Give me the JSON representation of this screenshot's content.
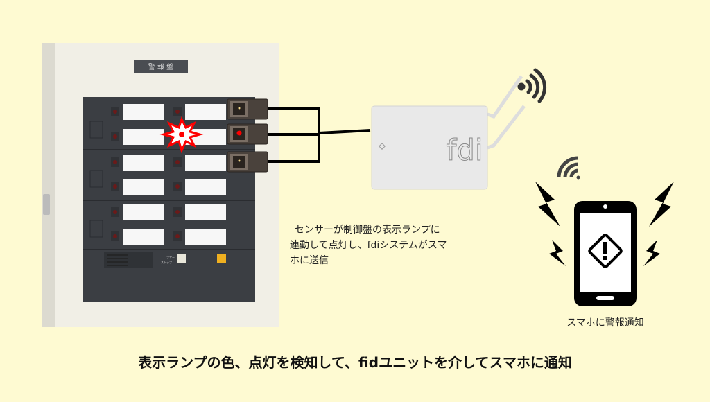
{
  "panel": {
    "plate_label": "警 報 盤",
    "buzzer_label_1": "ブザー",
    "buzzer_label_2": "ストップ"
  },
  "device": {
    "logo": "fdi"
  },
  "description": {
    "line1": "センサーが制御盤の表示ランプに",
    "line2": "連動して点灯し、fdiシステムがスマ",
    "line3": "ホに送信"
  },
  "phone": {
    "caption": "スマホに警報通知"
  },
  "footer": {
    "caption": "表示ランプの色、点灯を検知して、fidユニットを介してスマホに通知"
  },
  "colors": {
    "background": "#fefad2",
    "panel": "#3b3e43",
    "alert": "#ff0000",
    "lamp_button": "#f0b020"
  }
}
